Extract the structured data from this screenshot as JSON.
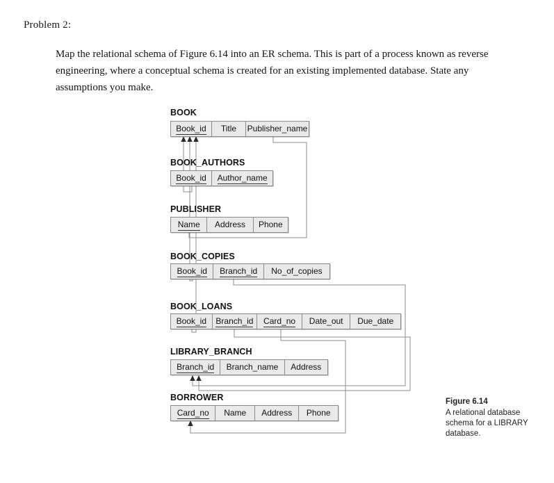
{
  "problem": {
    "title": "Problem 2:",
    "prompt": "Map the relational schema of Figure 6.14 into an ER schema. This is part of a process known as reverse engineering, where a conceptual schema is created for an existing implemented database. State any assumptions you make."
  },
  "figure": {
    "number": "Figure 6.14",
    "caption": "A relational database schema for a LIBRARY database."
  },
  "schema": {
    "tables": [
      {
        "name": "BOOK",
        "columns": [
          {
            "label": "Book_id",
            "primary_key": true
          },
          {
            "label": "Title",
            "primary_key": false
          },
          {
            "label": "Publisher_name",
            "primary_key": false
          }
        ]
      },
      {
        "name": "BOOK_AUTHORS",
        "columns": [
          {
            "label": "Book_id",
            "primary_key": true
          },
          {
            "label": "Author_name",
            "primary_key": true
          }
        ]
      },
      {
        "name": "PUBLISHER",
        "columns": [
          {
            "label": "Name",
            "primary_key": true
          },
          {
            "label": "Address",
            "primary_key": false
          },
          {
            "label": "Phone",
            "primary_key": false
          }
        ]
      },
      {
        "name": "BOOK_COPIES",
        "columns": [
          {
            "label": "Book_id",
            "primary_key": true
          },
          {
            "label": "Branch_id",
            "primary_key": true
          },
          {
            "label": "No_of_copies",
            "primary_key": false
          }
        ]
      },
      {
        "name": "BOOK_LOANS",
        "columns": [
          {
            "label": "Book_id",
            "primary_key": true
          },
          {
            "label": "Branch_id",
            "primary_key": true
          },
          {
            "label": "Card_no",
            "primary_key": true
          },
          {
            "label": "Date_out",
            "primary_key": false
          },
          {
            "label": "Due_date",
            "primary_key": false
          }
        ]
      },
      {
        "name": "LIBRARY_BRANCH",
        "columns": [
          {
            "label": "Branch_id",
            "primary_key": true
          },
          {
            "label": "Branch_name",
            "primary_key": false
          },
          {
            "label": "Address",
            "primary_key": false
          }
        ]
      },
      {
        "name": "BORROWER",
        "columns": [
          {
            "label": "Card_no",
            "primary_key": true
          },
          {
            "label": "Name",
            "primary_key": false
          },
          {
            "label": "Address",
            "primary_key": false
          },
          {
            "label": "Phone",
            "primary_key": false
          }
        ]
      }
    ],
    "foreign_keys": [
      {
        "from_table": "BOOK_AUTHORS",
        "from_column": "Book_id",
        "to_table": "BOOK",
        "to_column": "Book_id"
      },
      {
        "from_table": "BOOK_COPIES",
        "from_column": "Book_id",
        "to_table": "BOOK",
        "to_column": "Book_id"
      },
      {
        "from_table": "BOOK_LOANS",
        "from_column": "Book_id",
        "to_table": "BOOK",
        "to_column": "Book_id"
      },
      {
        "from_table": "BOOK",
        "from_column": "Publisher_name",
        "to_table": "PUBLISHER",
        "to_column": "Name"
      },
      {
        "from_table": "BOOK_COPIES",
        "from_column": "Branch_id",
        "to_table": "LIBRARY_BRANCH",
        "to_column": "Branch_id"
      },
      {
        "from_table": "BOOK_LOANS",
        "from_column": "Branch_id",
        "to_table": "LIBRARY_BRANCH",
        "to_column": "Branch_id"
      },
      {
        "from_table": "BOOK_LOANS",
        "from_column": "Card_no",
        "to_table": "BORROWER",
        "to_column": "Card_no"
      }
    ]
  },
  "colors": {
    "cell_fill": "#e9e9e9",
    "cell_border": "#8b8b8b",
    "wire": "#8d8d8d",
    "text": "#111111",
    "page_background": "#ffffff"
  }
}
